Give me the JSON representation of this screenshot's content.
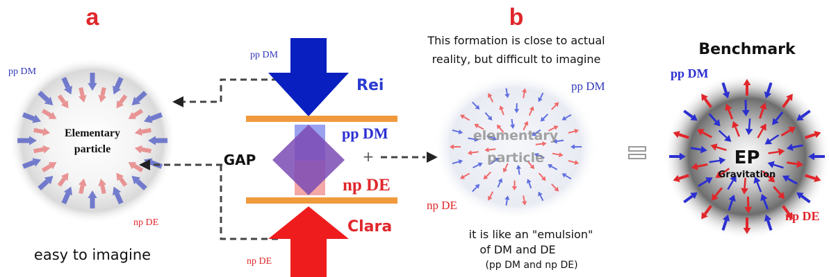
{
  "panel_a": {
    "letter": "a",
    "top_label": "pp DM",
    "center_line1": "Elementary",
    "center_line2": "particle",
    "bottom_label": "np DE",
    "caption": "easy to imagine"
  },
  "middle": {
    "top_arrow_label": "pp DM",
    "rei_label": "Rei",
    "gap_label": "GAP",
    "pp_dm_label": "pp DM",
    "np_de_label": "np DE",
    "plus_sign": "+",
    "clara_label": "Clara",
    "bottom_arrow_label": "np DE"
  },
  "panel_b": {
    "letter": "b",
    "header_line1": "This formation is close to actual",
    "header_line2": "reality, but difficult to imagine",
    "center_line1": "elementary",
    "center_line2": "particle",
    "top_label": "pp DM",
    "left_label": "np DE",
    "caption_line1": "it is like an  \"emulsion\"",
    "caption_line2": "of DM and DE",
    "caption_line3": "(pp DM and np DE)"
  },
  "benchmark": {
    "title": "Benchmark",
    "top_label": "pp DM",
    "center_label": "EP",
    "sub_label": "Gravitation",
    "bottom_label": "np DE"
  },
  "colors": {
    "red": "#e0262b",
    "blue": "#2b2fd0",
    "dark_blue": "#0a1fbf",
    "orange": "#f09a3e",
    "purple": "#8b4fb0",
    "gray": "#9a9a9a"
  }
}
